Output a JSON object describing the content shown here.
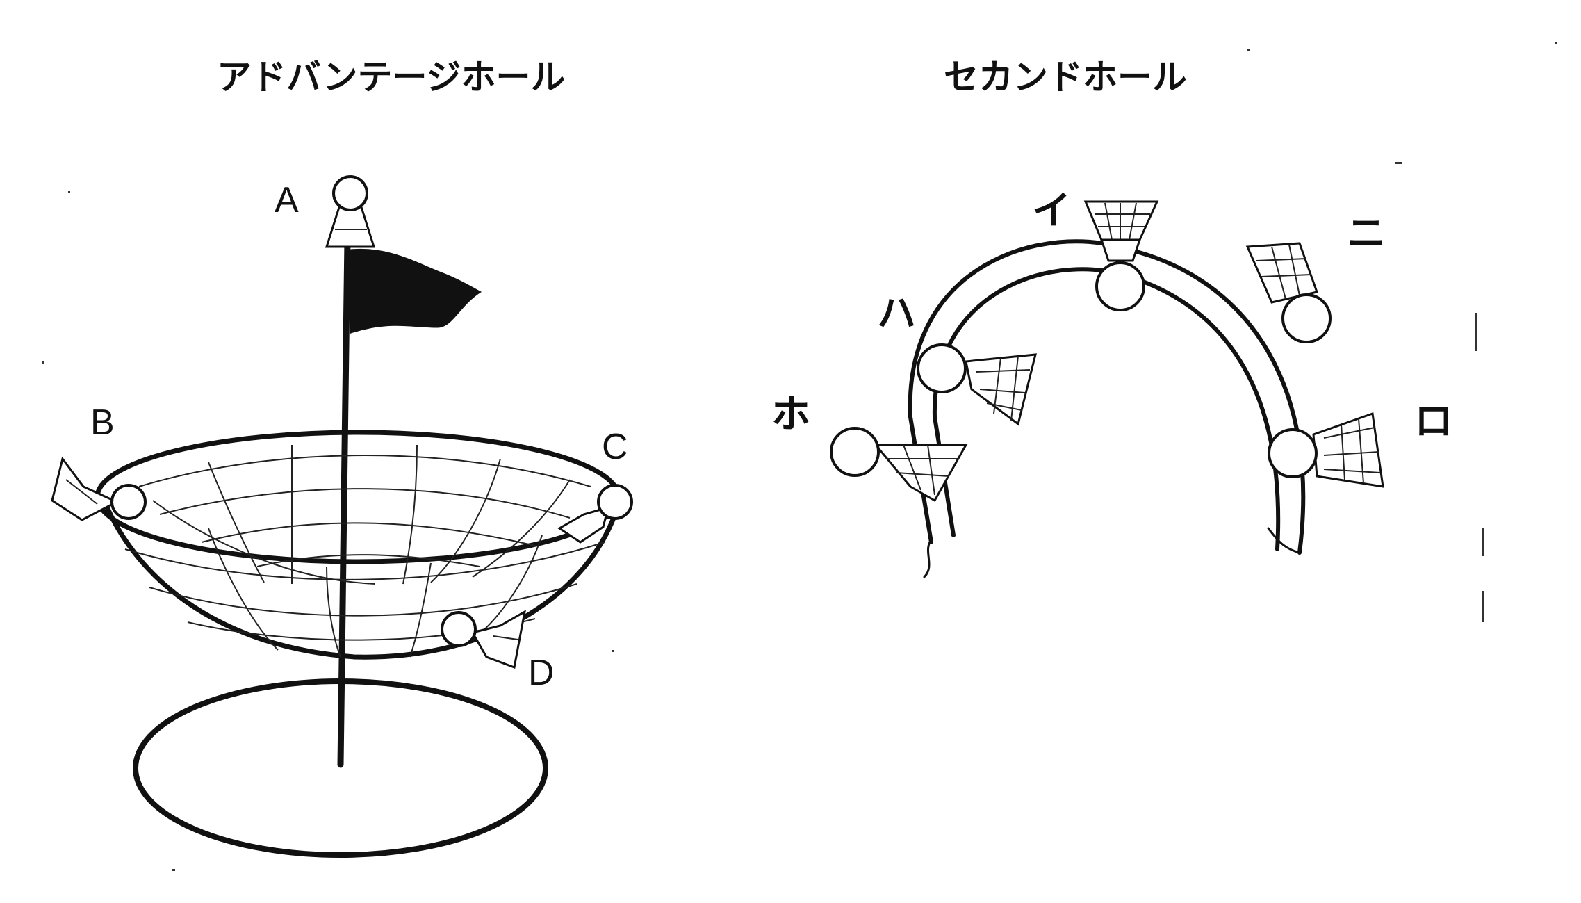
{
  "left_figure": {
    "title": "アドバンテージホール",
    "labels": {
      "a": "A",
      "b": "B",
      "c": "C",
      "d": "D"
    }
  },
  "right_figure": {
    "title": "セカンドホール",
    "labels": {
      "i": "イ",
      "ro": "ロ",
      "ha": "ハ",
      "ni": "ニ",
      "ho": "ホ"
    }
  }
}
